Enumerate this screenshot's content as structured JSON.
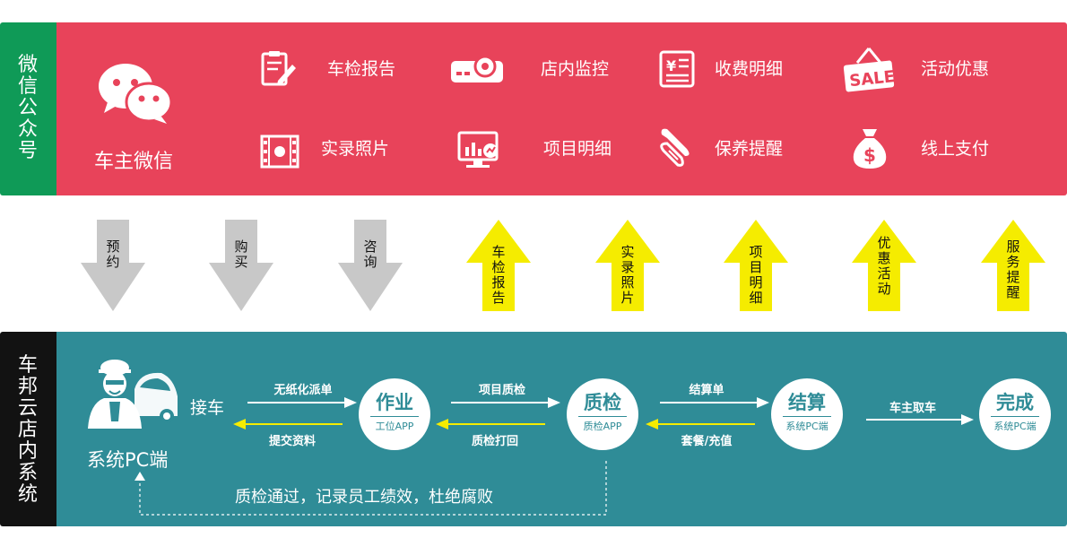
{
  "top": {
    "side_label": "微信公众号",
    "wechat_label": "车主微信",
    "features": [
      {
        "label": "车检报告",
        "icon": "clipboard-pen-icon"
      },
      {
        "label": "店内监控",
        "icon": "projector-camera-icon"
      },
      {
        "label": "收费明细",
        "icon": "receipt-icon"
      },
      {
        "label": "活动优惠",
        "icon": "sale-tag-icon"
      },
      {
        "label": "实录照片",
        "icon": "film-strip-icon"
      },
      {
        "label": "项目明细",
        "icon": "monitor-chart-icon"
      },
      {
        "label": "保养提醒",
        "icon": "scroll-icon"
      },
      {
        "label": "线上支付",
        "icon": "money-bag-icon"
      }
    ],
    "sale_text": "SALE",
    "yen_text": "¥",
    "dollar_text": "$"
  },
  "arrows": {
    "down": [
      {
        "label": "预约"
      },
      {
        "label": "购买"
      },
      {
        "label": "咨询"
      }
    ],
    "up": [
      {
        "label": "车检报告"
      },
      {
        "label": "实录照片"
      },
      {
        "label": "项目明细"
      },
      {
        "label": "优惠活动"
      },
      {
        "label": "服务提醒"
      }
    ],
    "down_color": "#c8c8c8",
    "up_color": "#f5ec00"
  },
  "bottom": {
    "side_label": "车邦云店内系统",
    "pickup_label": "接车",
    "system_label": "系统PC端",
    "steps": [
      {
        "title": "作业",
        "sub": "工位APP"
      },
      {
        "title": "质检",
        "sub": "质检APP"
      },
      {
        "title": "结算",
        "sub": "系统PC端"
      },
      {
        "title": "完成",
        "sub": "系统PC端"
      }
    ],
    "flows": {
      "f1_top": "无纸化派单",
      "f1_bottom": "提交资料",
      "f2_top": "项目质检",
      "f2_bottom": "质检打回",
      "f3_top": "结算单",
      "f3_bottom": "套餐/充值",
      "f4_top": "车主取车"
    },
    "footer": "质检通过，记录员工绩效，杜绝腐败"
  },
  "colors": {
    "green": "#0f9a57",
    "red": "#e8435a",
    "teal": "#2f8c97",
    "black": "#121212",
    "yellow_line": "#f5ec00"
  }
}
